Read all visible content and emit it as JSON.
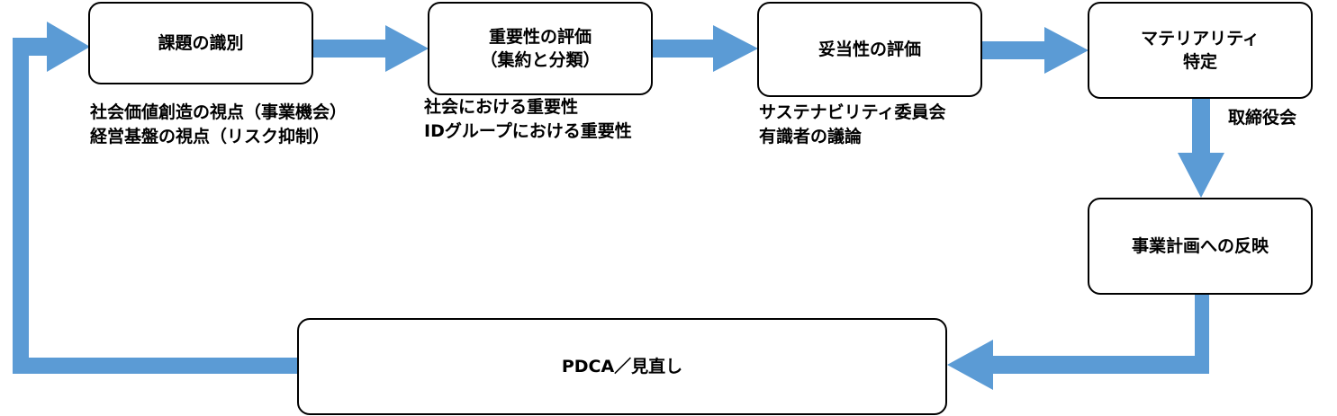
{
  "colors": {
    "arrow": "#5b9bd5",
    "box_border": "#000000",
    "box_fill": "#ffffff"
  },
  "boxes": {
    "identify": {
      "lines": [
        "課題の識別"
      ]
    },
    "importance": {
      "lines": [
        "重要性の評価",
        "（集約と分類）"
      ]
    },
    "validity": {
      "lines": [
        "妥当性の評価"
      ]
    },
    "materiality": {
      "lines": [
        "マテリアリティ",
        "特定"
      ]
    },
    "business_plan": {
      "lines": [
        "事業計画への反映"
      ]
    },
    "pdca": {
      "lines": [
        "PDCA／見直し"
      ]
    }
  },
  "notes": {
    "identify": [
      "社会価値創造の視点（事業機会）",
      "経営基盤の視点（リスク抑制）"
    ],
    "importance": [
      "社会における重要性",
      "IDグループにおける重要性"
    ],
    "validity": [
      "サステナビリティ委員会",
      "有識者の議論"
    ],
    "materiality": [
      "取締役会"
    ]
  },
  "edges": [
    {
      "from": "identify",
      "to": "importance"
    },
    {
      "from": "importance",
      "to": "validity"
    },
    {
      "from": "validity",
      "to": "materiality"
    },
    {
      "from": "materiality",
      "to": "business_plan"
    },
    {
      "from": "business_plan",
      "to": "pdca"
    },
    {
      "from": "pdca",
      "to": "identify"
    }
  ]
}
